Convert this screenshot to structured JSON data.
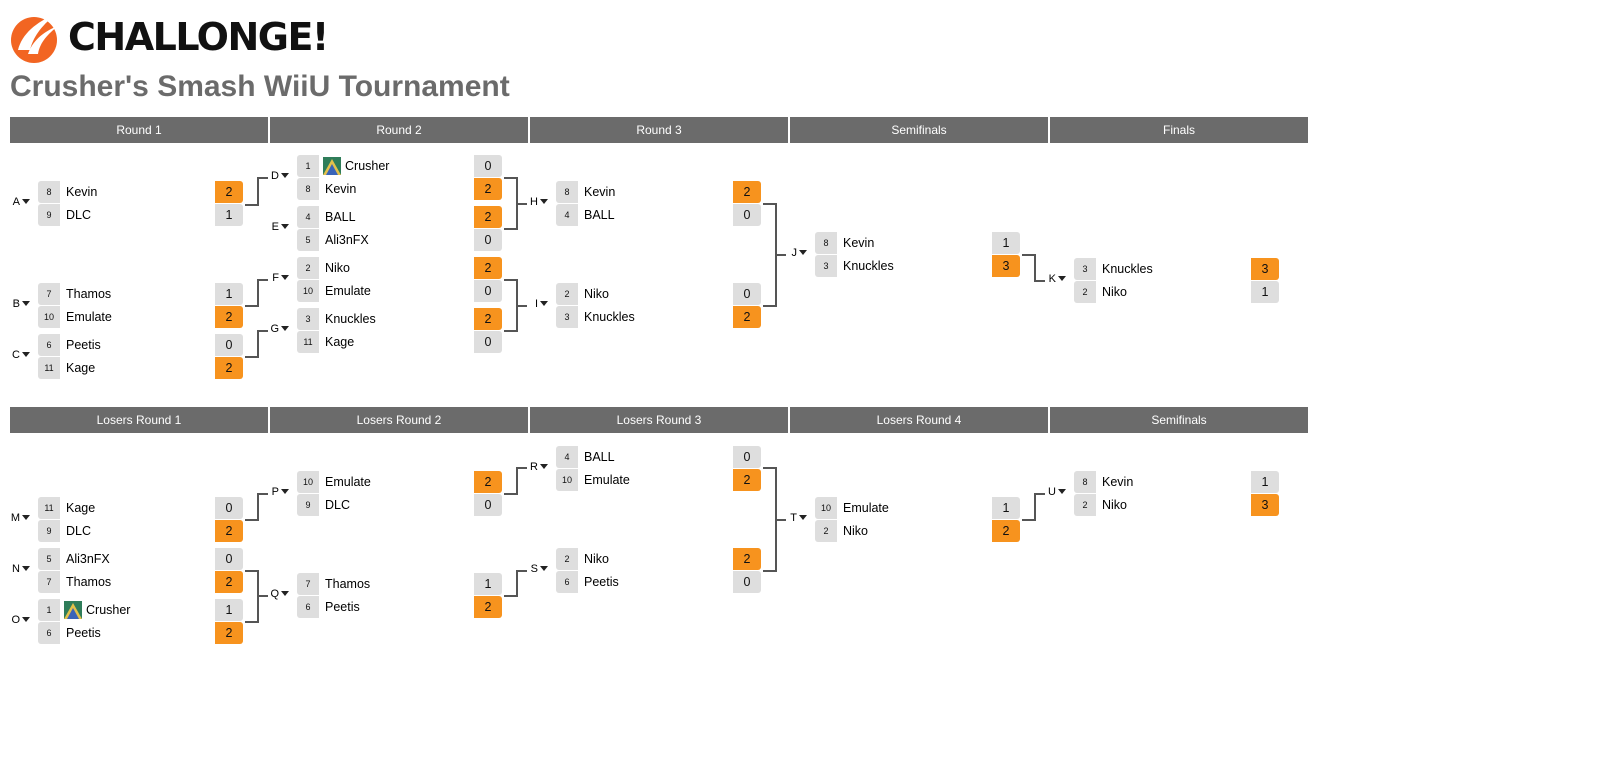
{
  "brand": {
    "logo_text": "CHALLONGE!",
    "icon": "challonge-logo-icon",
    "accent_color": "#f7931e",
    "header_color": "#6b6b6b",
    "seed_bg_color": "#dedede"
  },
  "tournament": {
    "title": "Crusher's Smash WiiU Tournament"
  },
  "winners_bracket": {
    "rounds": [
      {
        "label": "Round 1"
      },
      {
        "label": "Round 2"
      },
      {
        "label": "Round 3"
      },
      {
        "label": "Semifinals"
      },
      {
        "label": "Finals"
      }
    ],
    "matches": [
      {
        "id": "A",
        "round": 0,
        "players": [
          {
            "seed": "8",
            "name": "Kevin",
            "score": "2",
            "win": true
          },
          {
            "seed": "9",
            "name": "DLC",
            "score": "1",
            "win": false
          }
        ]
      },
      {
        "id": "B",
        "round": 0,
        "players": [
          {
            "seed": "7",
            "name": "Thamos",
            "score": "1",
            "win": false
          },
          {
            "seed": "10",
            "name": "Emulate",
            "score": "2",
            "win": true
          }
        ]
      },
      {
        "id": "C",
        "round": 0,
        "players": [
          {
            "seed": "6",
            "name": "Peetis",
            "score": "0",
            "win": false
          },
          {
            "seed": "11",
            "name": "Kage",
            "score": "2",
            "win": true
          }
        ]
      },
      {
        "id": "D",
        "round": 1,
        "players": [
          {
            "seed": "1",
            "name": "Crusher",
            "score": "0",
            "win": false,
            "avatar": true
          },
          {
            "seed": "8",
            "name": "Kevin",
            "score": "2",
            "win": true
          }
        ]
      },
      {
        "id": "E",
        "round": 1,
        "players": [
          {
            "seed": "4",
            "name": "BALL",
            "score": "2",
            "win": true
          },
          {
            "seed": "5",
            "name": "Ali3nFX",
            "score": "0",
            "win": false
          }
        ]
      },
      {
        "id": "F",
        "round": 1,
        "players": [
          {
            "seed": "2",
            "name": "Niko",
            "score": "2",
            "win": true
          },
          {
            "seed": "10",
            "name": "Emulate",
            "score": "0",
            "win": false
          }
        ]
      },
      {
        "id": "G",
        "round": 1,
        "players": [
          {
            "seed": "3",
            "name": "Knuckles",
            "score": "2",
            "win": true
          },
          {
            "seed": "11",
            "name": "Kage",
            "score": "0",
            "win": false
          }
        ]
      },
      {
        "id": "H",
        "round": 2,
        "players": [
          {
            "seed": "8",
            "name": "Kevin",
            "score": "2",
            "win": true
          },
          {
            "seed": "4",
            "name": "BALL",
            "score": "0",
            "win": false
          }
        ]
      },
      {
        "id": "I",
        "round": 2,
        "players": [
          {
            "seed": "2",
            "name": "Niko",
            "score": "0",
            "win": false
          },
          {
            "seed": "3",
            "name": "Knuckles",
            "score": "2",
            "win": true
          }
        ]
      },
      {
        "id": "J",
        "round": 3,
        "players": [
          {
            "seed": "8",
            "name": "Kevin",
            "score": "1",
            "win": false
          },
          {
            "seed": "3",
            "name": "Knuckles",
            "score": "3",
            "win": true
          }
        ]
      },
      {
        "id": "K",
        "round": 4,
        "players": [
          {
            "seed": "3",
            "name": "Knuckles",
            "score": "3",
            "win": true
          },
          {
            "seed": "2",
            "name": "Niko",
            "score": "1",
            "win": false
          }
        ]
      }
    ]
  },
  "losers_bracket": {
    "rounds": [
      {
        "label": "Losers Round 1"
      },
      {
        "label": "Losers Round 2"
      },
      {
        "label": "Losers Round 3"
      },
      {
        "label": "Losers Round 4"
      },
      {
        "label": "Semifinals"
      }
    ],
    "matches": [
      {
        "id": "M",
        "round": 0,
        "players": [
          {
            "seed": "11",
            "name": "Kage",
            "score": "0",
            "win": false
          },
          {
            "seed": "9",
            "name": "DLC",
            "score": "2",
            "win": true
          }
        ]
      },
      {
        "id": "N",
        "round": 0,
        "players": [
          {
            "seed": "5",
            "name": "Ali3nFX",
            "score": "0",
            "win": false
          },
          {
            "seed": "7",
            "name": "Thamos",
            "score": "2",
            "win": true
          }
        ]
      },
      {
        "id": "O",
        "round": 0,
        "players": [
          {
            "seed": "1",
            "name": "Crusher",
            "score": "1",
            "win": false,
            "avatar": true
          },
          {
            "seed": "6",
            "name": "Peetis",
            "score": "2",
            "win": true
          }
        ]
      },
      {
        "id": "P",
        "round": 1,
        "players": [
          {
            "seed": "10",
            "name": "Emulate",
            "score": "2",
            "win": true
          },
          {
            "seed": "9",
            "name": "DLC",
            "score": "0",
            "win": false
          }
        ]
      },
      {
        "id": "Q",
        "round": 1,
        "players": [
          {
            "seed": "7",
            "name": "Thamos",
            "score": "1",
            "win": false
          },
          {
            "seed": "6",
            "name": "Peetis",
            "score": "2",
            "win": true
          }
        ]
      },
      {
        "id": "R",
        "round": 2,
        "players": [
          {
            "seed": "4",
            "name": "BALL",
            "score": "0",
            "win": false
          },
          {
            "seed": "10",
            "name": "Emulate",
            "score": "2",
            "win": true
          }
        ]
      },
      {
        "id": "S",
        "round": 2,
        "players": [
          {
            "seed": "2",
            "name": "Niko",
            "score": "2",
            "win": true
          },
          {
            "seed": "6",
            "name": "Peetis",
            "score": "0",
            "win": false
          }
        ]
      },
      {
        "id": "T",
        "round": 3,
        "players": [
          {
            "seed": "10",
            "name": "Emulate",
            "score": "1",
            "win": false
          },
          {
            "seed": "2",
            "name": "Niko",
            "score": "2",
            "win": true
          }
        ]
      },
      {
        "id": "U",
        "round": 4,
        "players": [
          {
            "seed": "8",
            "name": "Kevin",
            "score": "1",
            "win": false
          },
          {
            "seed": "2",
            "name": "Niko",
            "score": "3",
            "win": true
          }
        ]
      }
    ]
  }
}
